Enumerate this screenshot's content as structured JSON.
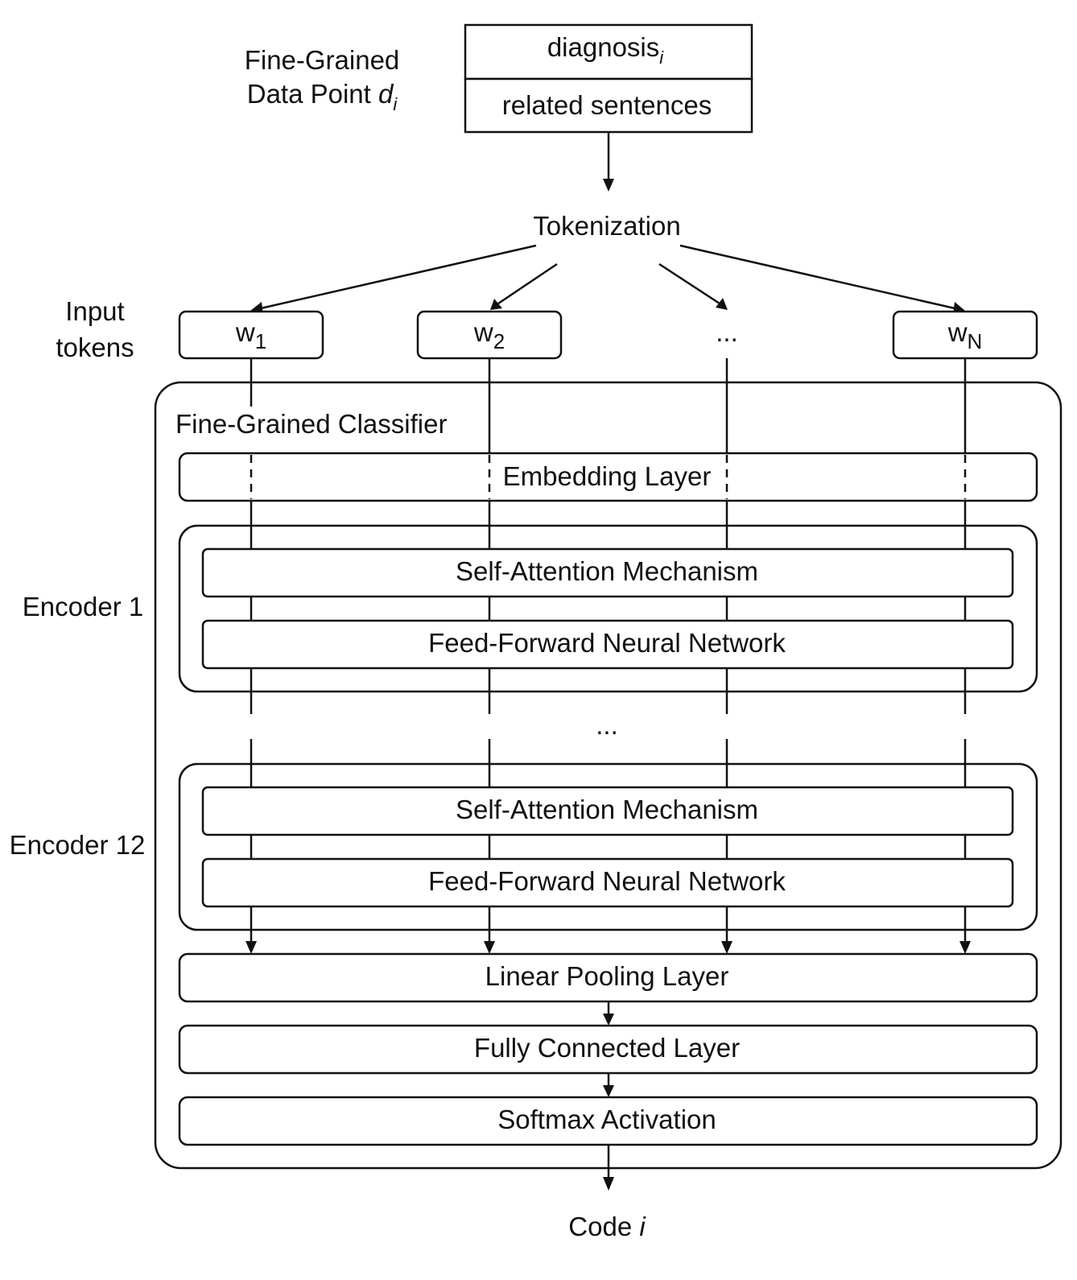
{
  "data_point_label": {
    "line1": "Fine-Grained",
    "line2_text": "Data  Point ",
    "var": "d",
    "sub": "i"
  },
  "data_box": {
    "top_text": "diagnosis",
    "top_sub": "i",
    "bottom_text": "related sentences"
  },
  "tokenization": "Tokenization",
  "input_tokens_label": {
    "line1": "Input",
    "line2": "tokens"
  },
  "tokens": [
    {
      "base": "w",
      "sub": "1"
    },
    {
      "base": "w",
      "sub": "2"
    },
    {
      "base": "...",
      "sub": ""
    },
    {
      "base": "w",
      "sub": "N"
    }
  ],
  "classifier_title": "Fine-Grained Classifier",
  "embedding_layer": "Embedding Layer",
  "encoder1": {
    "label": "Encoder 1",
    "attention": "Self-Attention Mechanism",
    "ffn": "Feed-Forward Neural Network"
  },
  "ellipsis_between": "...",
  "encoder12": {
    "label": "Encoder 12",
    "attention": "Self-Attention Mechanism",
    "ffn": "Feed-Forward Neural Network"
  },
  "pooling_layer": "Linear Pooling Layer",
  "fc_layer": "Fully Connected Layer",
  "softmax": "Softmax Activation",
  "output": {
    "text": "Code ",
    "var": "i"
  }
}
